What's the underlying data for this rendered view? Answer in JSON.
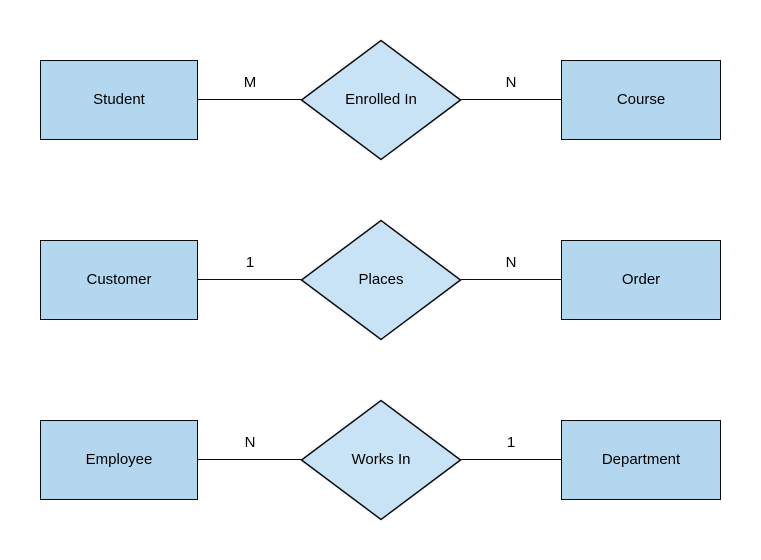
{
  "diagram_type": "entity-relationship",
  "colors": {
    "background": "#FFFFFF",
    "entity-fill": "#B3D7EE",
    "relationship-fill": "#C9E3F6",
    "shape-border": "#0B0B0B",
    "line": "#0B0B0B",
    "text": "#000000"
  },
  "rows": [
    {
      "left_entity": "Student",
      "left_cardinality": "M",
      "relationship": "Enrolled In",
      "right_cardinality": "N",
      "right_entity": "Course"
    },
    {
      "left_entity": "Customer",
      "left_cardinality": "1",
      "relationship": "Places",
      "right_cardinality": "N",
      "right_entity": "Order"
    },
    {
      "left_entity": "Employee",
      "left_cardinality": "N",
      "relationship": "Works In",
      "right_cardinality": "1",
      "right_entity": "Department"
    }
  ]
}
